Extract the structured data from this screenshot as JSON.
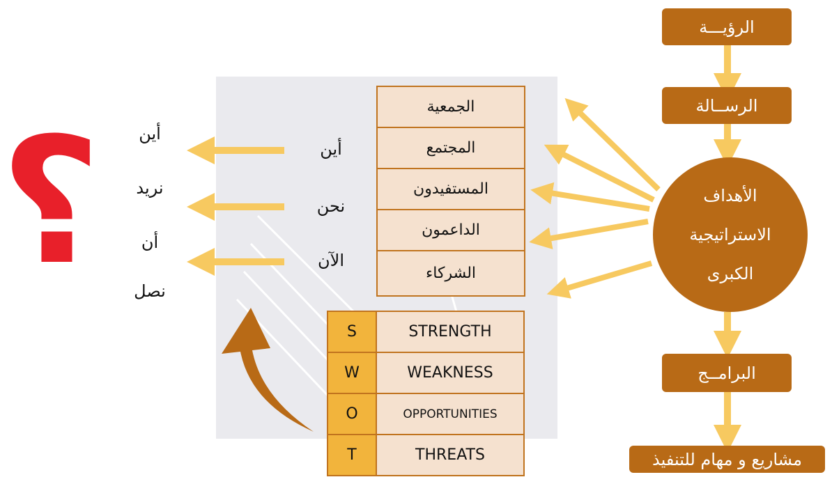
{
  "flow": {
    "vision": "الرؤيـــة",
    "mission": "الرســالة",
    "goals_line1": "الأهداف",
    "goals_line2": "الاستراتيجية",
    "goals_line3": "الكبرى",
    "programs": "البرامــج",
    "projects": "مشاريع و مهام للتنفيذ"
  },
  "stakeholders": [
    "الجمعية",
    "المجتمع",
    "المستفيدون",
    "الداعمون",
    "الشركاء"
  ],
  "where_now": [
    "أين",
    "نحن",
    "الآن"
  ],
  "where_go": [
    "أين",
    "نريد",
    "أن",
    "نصل"
  ],
  "swot": [
    {
      "letter": "S",
      "word": "STRENGTH"
    },
    {
      "letter": "W",
      "word": "WEAKNESS"
    },
    {
      "letter": "O",
      "word": "OPPORTUNITIES"
    },
    {
      "letter": "T",
      "word": "THREATS"
    }
  ],
  "question_mark": "؟",
  "colors": {
    "brown": "#b86a16",
    "yellow_arrow": "#f7c960",
    "red": "#e8202a",
    "cell_fill": "#f5e1cf",
    "letter_fill": "#f2b43c"
  }
}
